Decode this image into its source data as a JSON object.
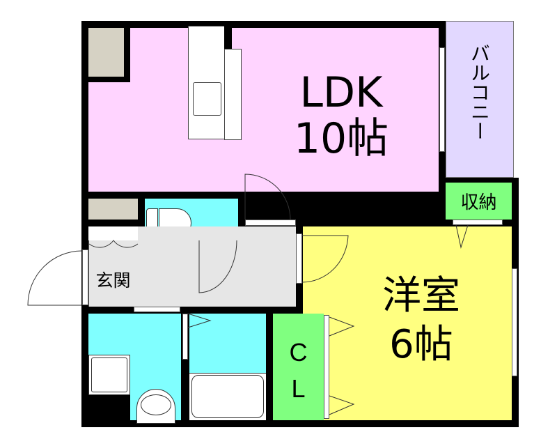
{
  "rooms": {
    "ldk": {
      "name": "LDK",
      "size": "10帖",
      "color": "#ffd4ff"
    },
    "western": {
      "name": "洋室",
      "size": "6帖",
      "color": "#ffff80"
    },
    "balcony": {
      "name": "バルコニー",
      "color": "#e2d8ff"
    },
    "storage": {
      "name": "収納",
      "color": "#80ff80"
    },
    "entrance": {
      "name": "玄関",
      "color": "#e6e6e6"
    },
    "closet": {
      "name_line1": "C",
      "name_line2": "L",
      "color": "#80ff80"
    },
    "wet_area_color": "#80ffff",
    "fixture_color": "#d6d2c4"
  }
}
